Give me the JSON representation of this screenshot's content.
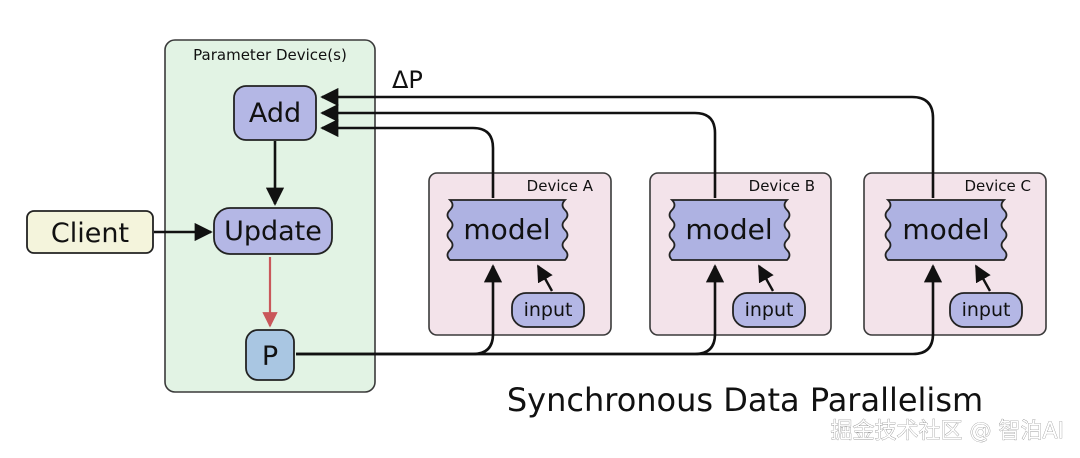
{
  "diagram": {
    "parameter_container": "Parameter Device(s)",
    "nodes": {
      "add": "Add",
      "update": "Update",
      "p": "P",
      "client": "Client"
    },
    "delta_label": "ΔP",
    "devices": [
      {
        "name": "Device A",
        "model": "model",
        "input": "input"
      },
      {
        "name": "Device B",
        "model": "model",
        "input": "input"
      },
      {
        "name": "Device C",
        "model": "model",
        "input": "input"
      }
    ],
    "title": "Synchronous Data Parallelism",
    "watermark": "掘金技术社区 @ 智泊AI",
    "colors": {
      "param_fill": "#e2f3e4",
      "param_stroke": "#3a3a3a",
      "node_fill": "#b4b7e5",
      "p_fill": "#a9c6e2",
      "client_fill": "#f4f4dc",
      "device_fill": "#f3e3ea",
      "model_fill": "#aeb2e2",
      "edge": "#111111",
      "update_to_p_edge": "#c9575a"
    }
  }
}
